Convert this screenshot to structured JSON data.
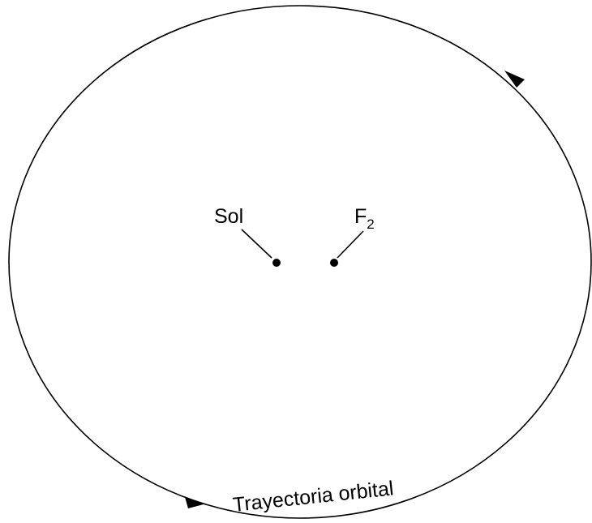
{
  "labels": {
    "sun": "Sol",
    "focus_main": "F",
    "focus_sub": "2",
    "orbit": "Trayectoria orbital"
  },
  "colors": {
    "line": "#000000",
    "background": "#ffffff"
  },
  "icons": {
    "direction_arrows": "arrowhead-icon",
    "foci": "dot-icon"
  }
}
